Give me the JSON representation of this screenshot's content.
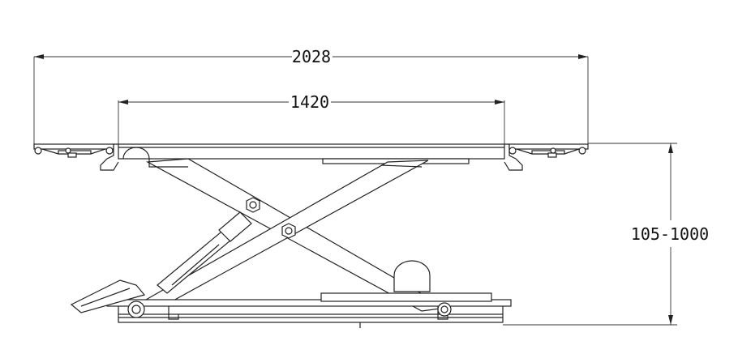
{
  "dimensions": {
    "overall_width": "2028",
    "platform_length": "1420",
    "lift_height": "105-1000"
  }
}
